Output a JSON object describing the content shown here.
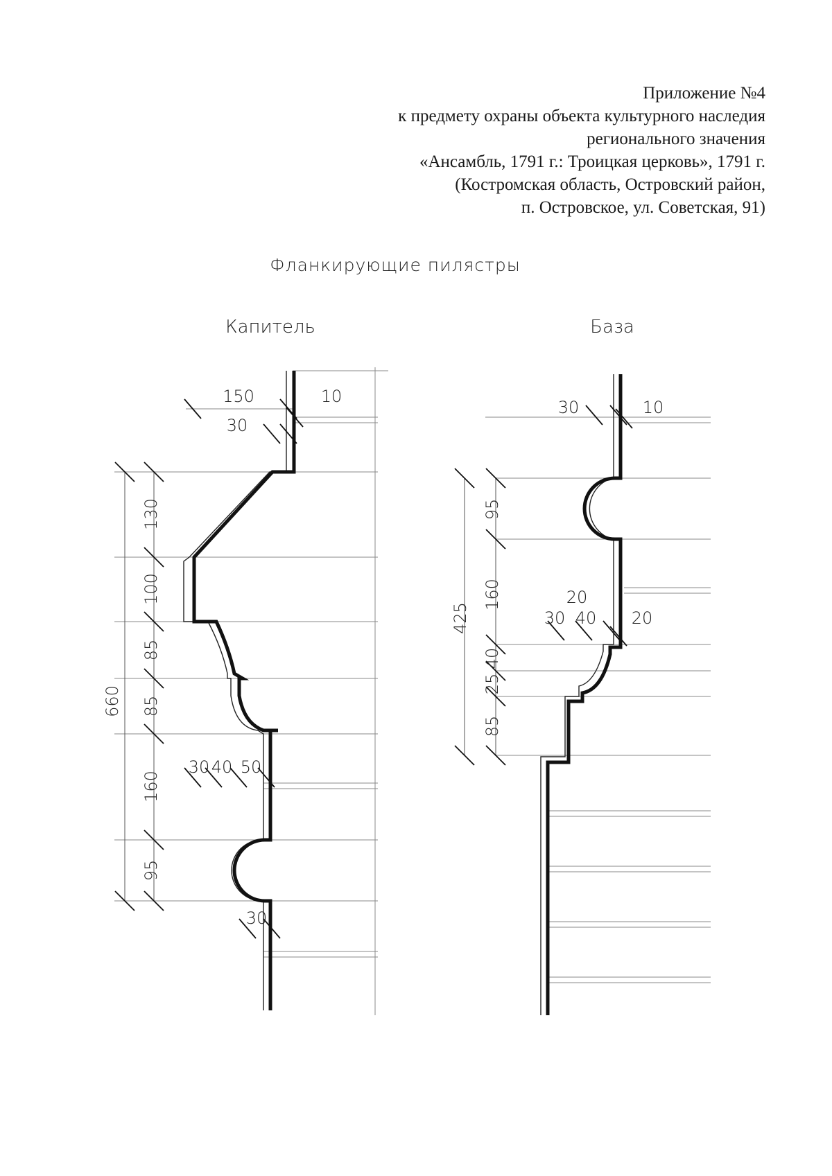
{
  "header": {
    "lines": [
      "Приложение №4",
      "к предмету охраны объекта культурного наследия",
      "регионального значения",
      "«Ансамбль, 1791 г.: Троицкая церковь», 1791 г.",
      "(Костромская область, Островский район,",
      "п. Островское, ул. Советская, 91)"
    ]
  },
  "drawing": {
    "title": "Фланкирующие пилястры",
    "capital": {
      "label": "Капитель",
      "top_dims": [
        "150",
        "10",
        "30"
      ],
      "vertical_dims": [
        "130",
        "100",
        "85",
        "85",
        "160",
        "95"
      ],
      "total": "660",
      "horizontal_dims": [
        "30",
        "40",
        "50"
      ],
      "bottom_dim": "30"
    },
    "base": {
      "label": "База",
      "top_dims": [
        "30",
        "10"
      ],
      "vertical_dims": [
        "95",
        "160",
        "40",
        "25",
        "85"
      ],
      "total": "425",
      "horizontal_dims": [
        "20",
        "30",
        "40",
        "20"
      ]
    }
  }
}
